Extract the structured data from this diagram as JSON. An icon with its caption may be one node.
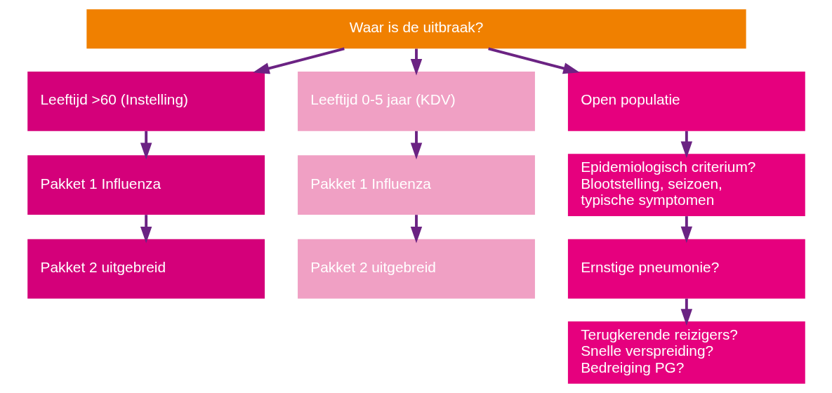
{
  "diagram": {
    "nodes": [
      {
        "text": [
          "Waar is de uitbraak?"
        ]
      },
      {
        "text": [
          "Leeftijd >60 (Instelling)"
        ]
      },
      {
        "text": [
          "Pakket 1 Influenza"
        ]
      },
      {
        "text": [
          "Pakket 2 uitgebreid"
        ]
      },
      {
        "text": [
          "Leeftijd 0-5 jaar (KDV)"
        ]
      },
      {
        "text": [
          "Pakket 1 Influenza"
        ]
      },
      {
        "text": [
          "Pakket 2 uitgebreid"
        ]
      },
      {
        "text": [
          "Open populatie"
        ]
      },
      {
        "text": [
          "Epidemiologisch criterium? Blootstelling, seizoen, typische symptomen"
        ]
      },
      {
        "text": [
          "Ernstige pneumonie?"
        ]
      },
      {
        "text": [
          "Terugkerende reizigers? Snelle verspreiding? Bedreiging PG?"
        ]
      }
    ],
    "edges": [
      {
        "from": 0,
        "to": 1,
        "arrow": "to"
      },
      {
        "from": 0,
        "to": 4,
        "arrow": "to"
      },
      {
        "from": 0,
        "to": 7,
        "arrow": "to"
      },
      {
        "from": 1,
        "to": 2,
        "arrow": "to"
      },
      {
        "from": 2,
        "to": 3,
        "arrow": "to"
      },
      {
        "from": 4,
        "to": 5,
        "arrow": "to"
      },
      {
        "from": 5,
        "to": 6,
        "arrow": "to"
      },
      {
        "from": 7,
        "to": 8,
        "arrow": "to"
      },
      {
        "from": 8,
        "to": 9,
        "arrow": "to"
      },
      {
        "from": 9,
        "to": 10,
        "arrow": "to"
      }
    ]
  }
}
